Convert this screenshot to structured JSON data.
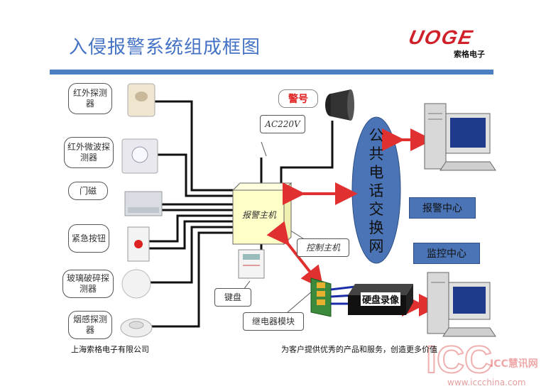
{
  "title": "入侵报警系统组成框图",
  "brand": {
    "logo": "UOGE",
    "name": "索格电子"
  },
  "sensors": [
    {
      "label": "红外探测器",
      "icon": "pir-sensor-icon"
    },
    {
      "label": "红外微波探测器",
      "icon": "dual-tech-sensor-icon"
    },
    {
      "label": "门磁",
      "icon": "door-contact-icon"
    },
    {
      "label": "紧急按钮",
      "icon": "panic-button-icon"
    },
    {
      "label": "玻璃破碎探测器",
      "icon": "glass-break-icon"
    },
    {
      "label": "烟感探测器",
      "icon": "smoke-detector-icon"
    }
  ],
  "components": {
    "siren": "警号",
    "power": "AC220V",
    "host": "报警主机",
    "host_caption": "控制主机",
    "keypad": "键盘",
    "relay": "继电器模块",
    "dvr": "硬盘录像",
    "pstn": "公共电话交换网",
    "alarm_center": "报警中心",
    "monitor_center": "监控中心"
  },
  "footer": {
    "company": "上海索格电子有限公司",
    "slogan": "为客户提供优秀的产品和服务，创造更多价值",
    "watermark": "ICC慧讯网",
    "watermark_url": "www.iccchina.com"
  },
  "colors": {
    "title": "#4472c4",
    "rule": "#4a7fc1",
    "host_fill": "#ffffc8",
    "pstn_fill": "#4a74b6",
    "arrow": "#e03030",
    "siren_text": "#e02020"
  }
}
